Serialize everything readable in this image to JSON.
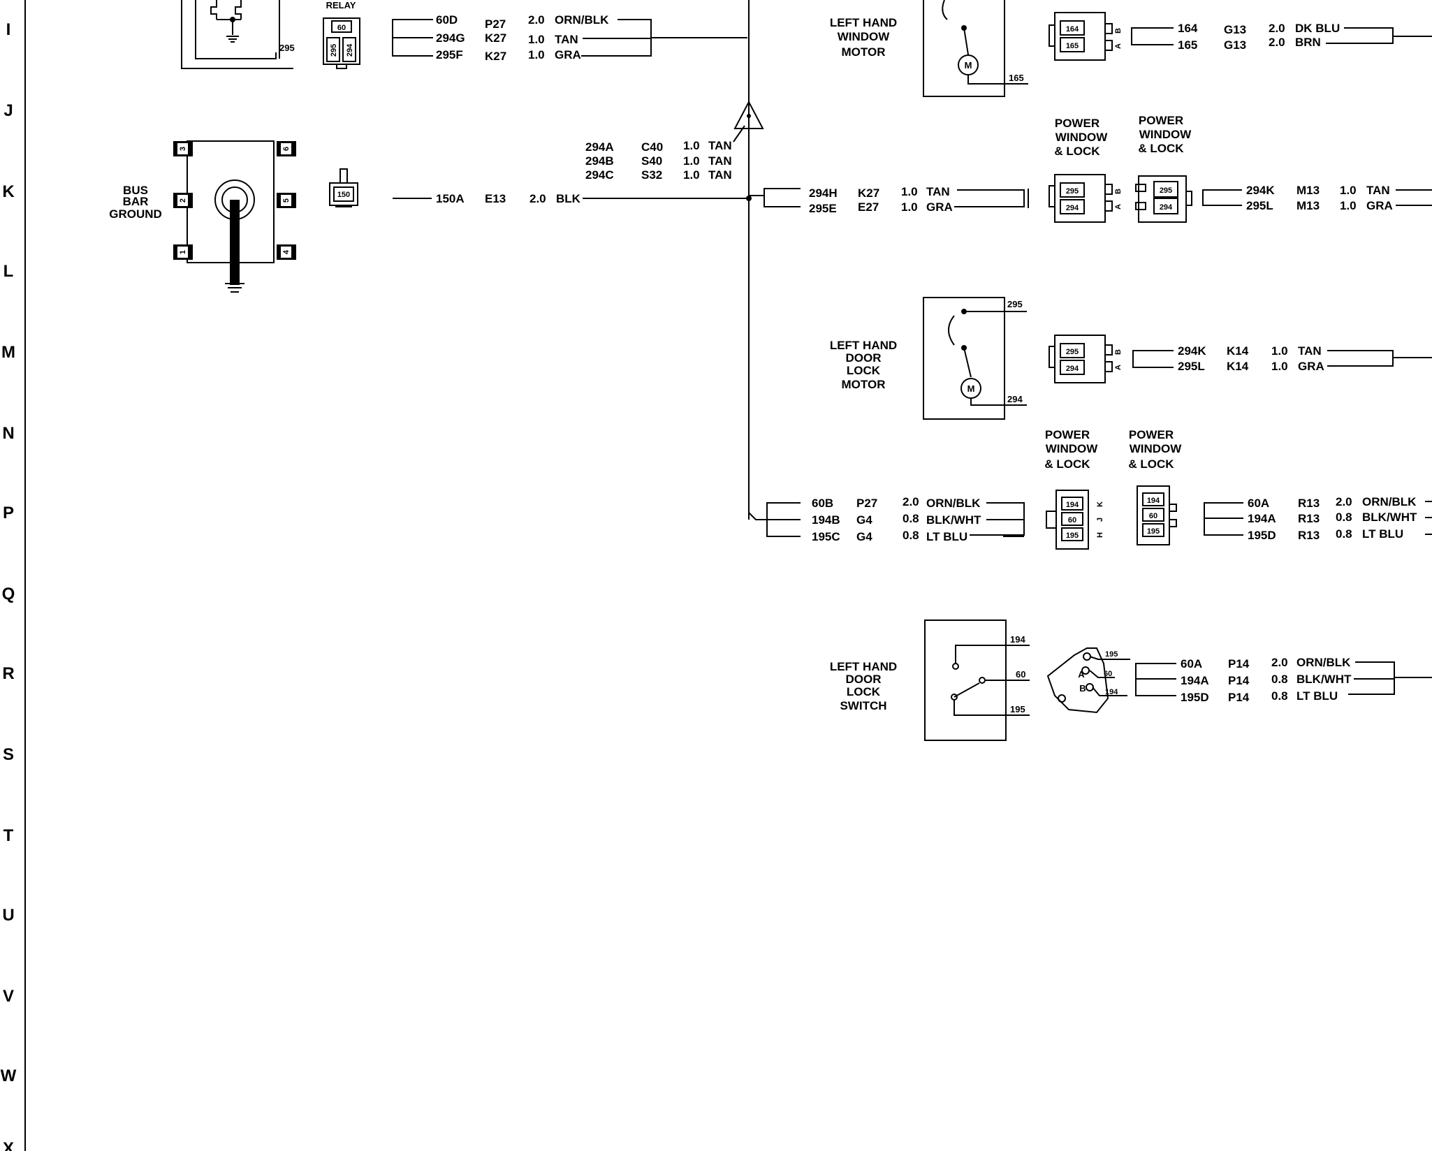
{
  "rows": [
    "I",
    "J",
    "K",
    "L",
    "M",
    "N",
    "P",
    "Q",
    "R",
    "S",
    "T",
    "U",
    "V",
    "W",
    "X"
  ],
  "relay": {
    "label": "RELAY",
    "pins": [
      "60",
      "295",
      "294",
      "295"
    ],
    "wires": [
      {
        "circuit": "60D",
        "loc": "P27",
        "gauge": "2.0",
        "color": "ORN/BLK"
      },
      {
        "circuit": "294G",
        "loc": "K27",
        "gauge": "1.0",
        "color": "TAN"
      },
      {
        "circuit": "295F",
        "loc": "K27",
        "gauge": "1.0",
        "color": "GRA"
      }
    ]
  },
  "bus_bar": {
    "label": [
      "BUS",
      "BAR",
      "GROUND"
    ],
    "terminals": [
      "3",
      "6",
      "2",
      "5",
      "1",
      "4"
    ],
    "connector_pin": "150",
    "wire": {
      "circuit": "150A",
      "loc": "E13",
      "gauge": "2.0",
      "color": "BLK"
    }
  },
  "splice_wires": [
    {
      "circuit": "294A",
      "loc": "C40",
      "gauge": "1.0",
      "color": "TAN"
    },
    {
      "circuit": "294B",
      "loc": "S40",
      "gauge": "1.0",
      "color": "TAN"
    },
    {
      "circuit": "294C",
      "loc": "S32",
      "gauge": "1.0",
      "color": "TAN"
    }
  ],
  "window_motor": {
    "label": [
      "LEFT HAND",
      "WINDOW",
      "MOTOR"
    ],
    "pin": "165",
    "motor": "M",
    "connector_pins": [
      "164",
      "165"
    ],
    "connector_letters": [
      "B",
      "A"
    ],
    "wires": [
      {
        "circuit": "164",
        "loc": "G13",
        "gauge": "2.0",
        "color": "DK BLU"
      },
      {
        "circuit": "165",
        "loc": "G13",
        "gauge": "2.0",
        "color": "BRN"
      }
    ]
  },
  "power_window_1": {
    "label_left": [
      "POWER",
      "WINDOW",
      "& LOCK"
    ],
    "label_right": [
      "POWER",
      "WINDOW",
      "& LOCK"
    ],
    "left_wires": [
      {
        "circuit": "294H",
        "loc": "K27",
        "gauge": "1.0",
        "color": "TAN"
      },
      {
        "circuit": "295E",
        "loc": "E27",
        "gauge": "1.0",
        "color": "GRA"
      }
    ],
    "pins": [
      "295",
      "294"
    ],
    "letters": [
      "B",
      "A"
    ],
    "right_wires": [
      {
        "circuit": "294K",
        "loc": "M13",
        "gauge": "1.0",
        "color": "TAN"
      },
      {
        "circuit": "295L",
        "loc": "M13",
        "gauge": "1.0",
        "color": "GRA"
      }
    ]
  },
  "door_lock_motor": {
    "label": [
      "LEFT HAND",
      "DOOR",
      "LOCK",
      "MOTOR"
    ],
    "pins": [
      "295",
      "294"
    ],
    "motor": "M",
    "connector_pins": [
      "295",
      "294"
    ],
    "letters": [
      "B",
      "A"
    ],
    "wires": [
      {
        "circuit": "294K",
        "loc": "K14",
        "gauge": "1.0",
        "color": "TAN"
      },
      {
        "circuit": "295L",
        "loc": "K14",
        "gauge": "1.0",
        "color": "GRA"
      }
    ]
  },
  "power_window_2": {
    "label_left": [
      "POWER",
      "WINDOW",
      "& LOCK"
    ],
    "label_right": [
      "POWER",
      "WINDOW",
      "& LOCK"
    ],
    "left_wires": [
      {
        "circuit": "60B",
        "loc": "P27",
        "gauge": "2.0",
        "color": "ORN/BLK"
      },
      {
        "circuit": "194B",
        "loc": "G4",
        "gauge": "0.8",
        "color": "BLK/WHT"
      },
      {
        "circuit": "195C",
        "loc": "G4",
        "gauge": "0.8",
        "color": "LT BLU"
      }
    ],
    "pins": [
      "194",
      "60",
      "195"
    ],
    "letters": [
      "K",
      "J",
      "H"
    ],
    "right_wires": [
      {
        "circuit": "60A",
        "loc": "R13",
        "gauge": "2.0",
        "color": "ORN/BLK"
      },
      {
        "circuit": "194A",
        "loc": "R13",
        "gauge": "0.8",
        "color": "BLK/WHT"
      },
      {
        "circuit": "195D",
        "loc": "R13",
        "gauge": "0.8",
        "color": "LT BLU"
      }
    ]
  },
  "door_lock_switch": {
    "label": [
      "LEFT HAND",
      "DOOR",
      "LOCK",
      "SWITCH"
    ],
    "pins": [
      "194",
      "60",
      "195"
    ],
    "connector_pins": [
      "195",
      "60",
      "194"
    ],
    "letters": [
      "A",
      "B"
    ],
    "wires": [
      {
        "circuit": "60A",
        "loc": "P14",
        "gauge": "2.0",
        "color": "ORN/BLK"
      },
      {
        "circuit": "194A",
        "loc": "P14",
        "gauge": "0.8",
        "color": "BLK/WHT"
      },
      {
        "circuit": "195D",
        "loc": "P14",
        "gauge": "0.8",
        "color": "LT BLU"
      }
    ]
  }
}
